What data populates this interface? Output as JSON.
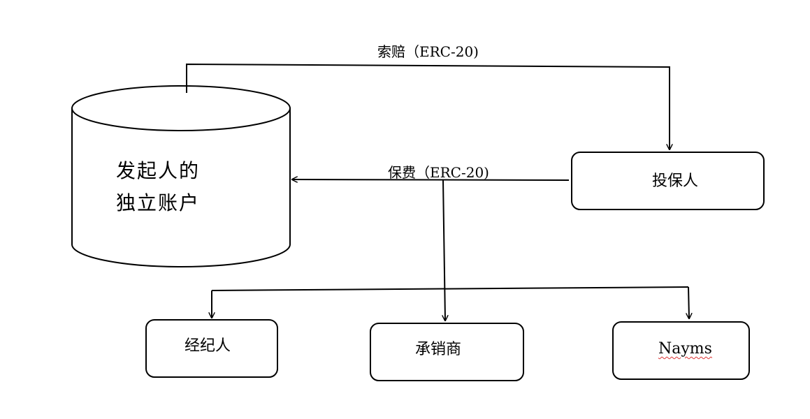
{
  "nodes": {
    "database": {
      "line1": "发起人的",
      "line2": "独立账户"
    },
    "insured": {
      "label": "投保人"
    },
    "broker": {
      "label": "经纪人"
    },
    "underwriter": {
      "label": "承销商"
    },
    "nayms": {
      "label": "Nayms"
    }
  },
  "edges": {
    "claim": {
      "label": "索赔（ERC-20)"
    },
    "premium": {
      "label": "保费（ERC-20)"
    }
  }
}
